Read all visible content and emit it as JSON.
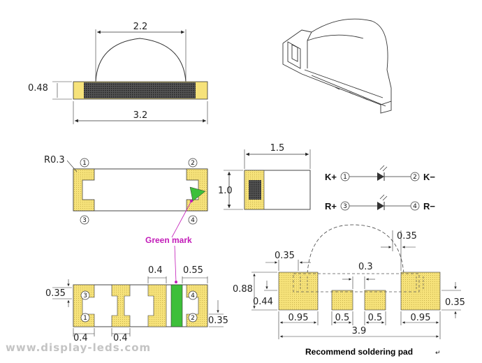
{
  "top_view": {
    "width_label": "2.2",
    "height_label": "0.48",
    "length_label": "3.2"
  },
  "bottom_top_view": {
    "radius_label": "R0.3",
    "pin1": "1",
    "pin2": "2",
    "pin3": "3",
    "pin4": "4"
  },
  "side_view": {
    "width_label": "1.5",
    "height_label": "1.0"
  },
  "circuit": {
    "k_plus": "K+",
    "k_minus": "K−",
    "r_plus": "R+",
    "r_minus": "R−",
    "pin1": "1",
    "pin2": "2",
    "pin3": "3",
    "pin4": "4"
  },
  "green_mark_label": "Green mark",
  "bottom_view": {
    "dim_035": "0.35",
    "dim_04_top": "0.4",
    "dim_055": "0.55",
    "dim_035_right": "0.35",
    "dim_04_bottom": "0.4",
    "pin1": "1",
    "pin2": "2",
    "pin3": "3",
    "pin4": "4"
  },
  "solder_pad": {
    "dim_035_left": "0.35",
    "dim_035_top_right": "0.35",
    "dim_03": "0.3",
    "dim_088": "0.88",
    "dim_044": "0.44",
    "dim_035_right": "0.35",
    "dim_095_left": "0.95",
    "dim_05_a": "0.5",
    "dim_05_b": "0.5",
    "dim_095_right": "0.95",
    "dim_39": "3.9",
    "caption": "Recommend soldering pad",
    "caption_mark": "↵"
  },
  "watermark": "www.display-leds.com",
  "colors": {
    "pad_yellow": "#f6e27a",
    "green_mark": "#3dbf3a",
    "annotation_magenta": "#c21ab8"
  }
}
